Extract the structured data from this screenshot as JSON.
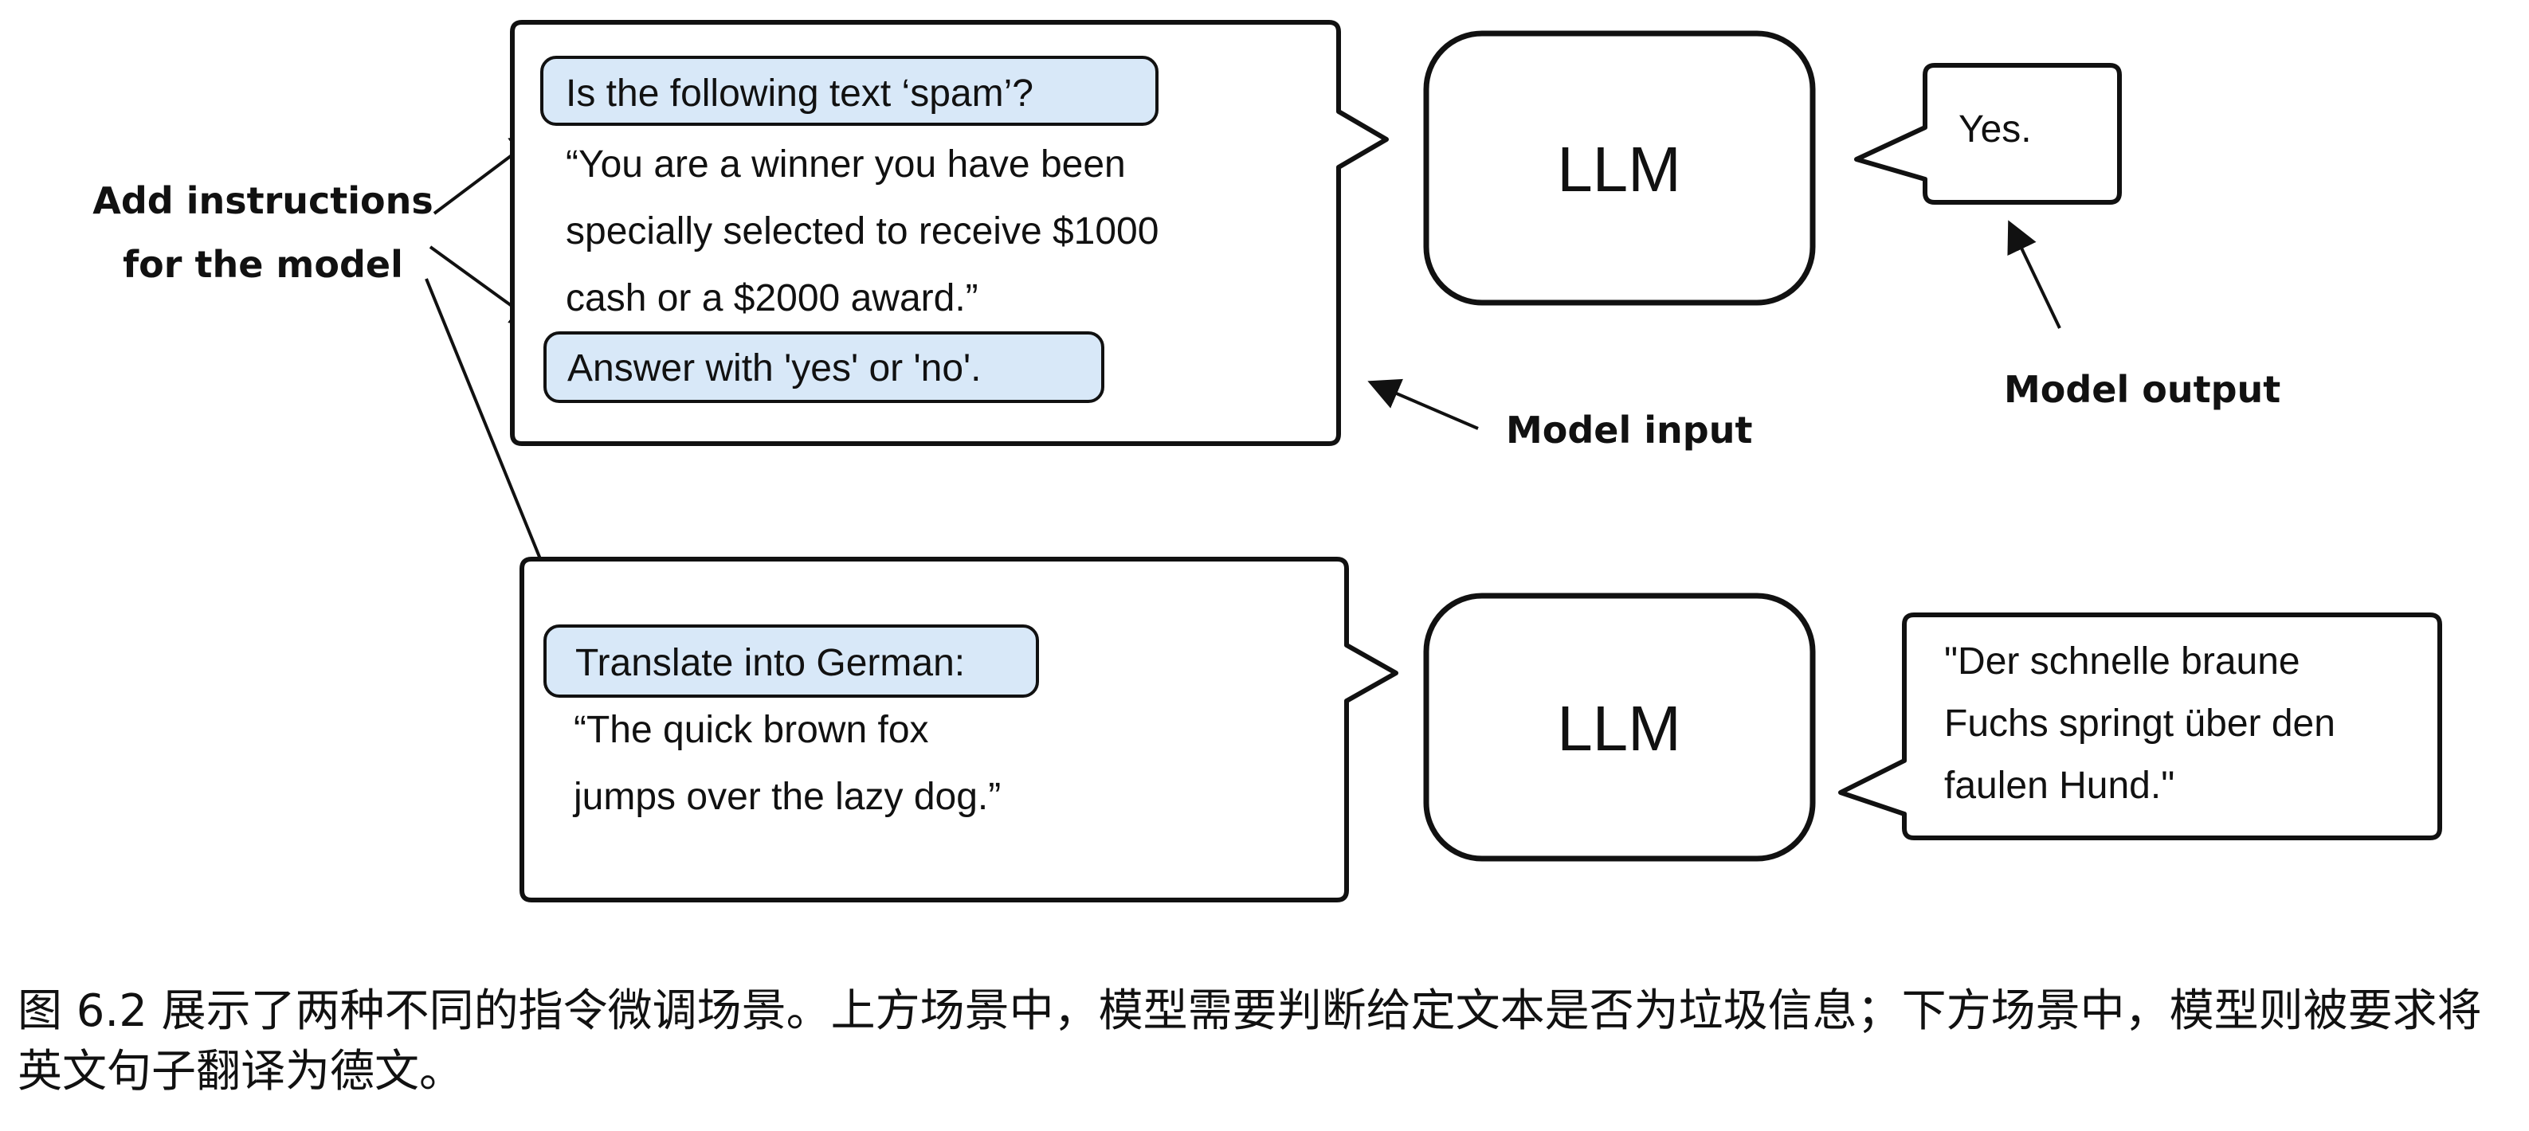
{
  "annotations": {
    "add_instructions": [
      "Add instructions",
      "for the model"
    ],
    "model_input": "Model input",
    "model_output": "Model output"
  },
  "scenario_spam": {
    "instruction": "Is the following text ‘spam’?",
    "text_lines": [
      "“You are a winner you have been",
      "specially selected to receive $1000",
      "cash or a $2000 award.”"
    ],
    "answer_instruction": "Answer with 'yes' or 'no'.",
    "llm_label": "LLM",
    "output": "Yes."
  },
  "scenario_translate": {
    "instruction": "Translate into German:",
    "text_lines": [
      "“The quick brown fox",
      "jumps over the lazy dog.”"
    ],
    "llm_label": "LLM",
    "output_lines": [
      "\"Der schnelle braune",
      "Fuchs springt über den",
      "faulen Hund.\""
    ]
  },
  "caption": "图 6.2 展示了两种不同的指令微调场景。上方场景中，模型需要判断给定文本是否为垃圾信息；下方场景中，模型则被要求将英文句子翻译为德文。",
  "colors": {
    "highlight_fill": "#d8e8f8",
    "stroke": "#111111"
  }
}
